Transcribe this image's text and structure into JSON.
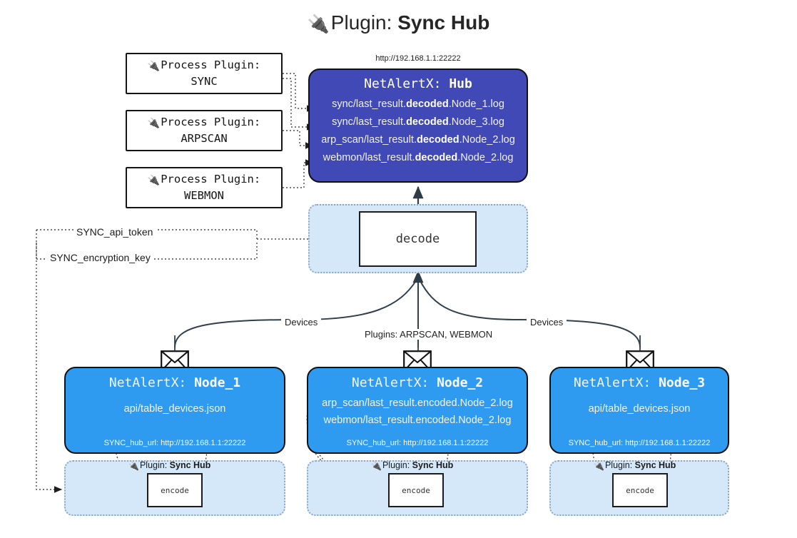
{
  "title": {
    "icon": "plug-icon",
    "prefix": "Plugin: ",
    "name": "Sync Hub"
  },
  "hub": {
    "url_caption": "http://192.168.1.1:22222",
    "label_prefix": "NetAlertX: ",
    "label_name": "Hub",
    "logs": [
      {
        "pre": "sync/last_result.",
        "mid": "decoded",
        "post": ".Node_1.log"
      },
      {
        "pre": "sync/last_result.",
        "mid": "decoded",
        "post": ".Node_3.log"
      },
      {
        "pre": "arp_scan/last_result.",
        "mid": "decoded",
        "post": ".Node_2.log"
      },
      {
        "pre": "webmon/last_result.",
        "mid": "decoded",
        "post": ".Node_2.log"
      }
    ],
    "color": "#4049b5"
  },
  "process_plugins": [
    {
      "icon": "plug-icon",
      "line1": "Process Plugin:",
      "line2": "SYNC"
    },
    {
      "icon": "plug-icon",
      "line1": "Process Plugin:",
      "line2": "ARPSCAN"
    },
    {
      "icon": "plug-icon",
      "line1": "Process Plugin:",
      "line2": "WEBMON"
    }
  ],
  "decode": {
    "label": "decode",
    "container_color": "#d4e8fa"
  },
  "keys": {
    "api_token": "SYNC_api_token",
    "encryption_key": "SYNC_encryption_key"
  },
  "edge_labels": {
    "devices_left": "Devices",
    "devices_right": "Devices",
    "plugins_center": "Plugins: ARPSCAN, WEBMON"
  },
  "nodes": [
    {
      "label_prefix": "NetAlertX: ",
      "label_name": "Node_1",
      "lines": [
        "api/table_devices.json"
      ],
      "footer": "SYNC_hub_url: http://192.168.1.1:22222",
      "envelope_icon": "envelope-icon",
      "color": "#2e9bf0"
    },
    {
      "label_prefix": "NetAlertX: ",
      "label_name": "Node_2",
      "lines": [
        "arp_scan/last_result.encoded.Node_2.log",
        "webmon/last_result.encoded.Node_2.log"
      ],
      "footer": "SYNC_hub_url: http://192.168.1.1:22222",
      "envelope_icon": "envelope-icon",
      "color": "#2e9bf0"
    },
    {
      "label_prefix": "NetAlertX: ",
      "label_name": "Node_3",
      "lines": [
        "api/table_devices.json"
      ],
      "footer": "SYNC_hub_url: http://192.168.1.1:22222",
      "envelope_icon": "envelope-icon",
      "color": "#2e9bf0"
    }
  ],
  "encoders": [
    {
      "plugin_prefix": "Plugin: ",
      "plugin_name": "Sync Hub",
      "box_label": "encode"
    },
    {
      "plugin_prefix": "Plugin: ",
      "plugin_name": "Sync Hub",
      "box_label": "encode"
    },
    {
      "plugin_prefix": "Plugin: ",
      "plugin_name": "Sync Hub",
      "box_label": "encode"
    }
  ]
}
